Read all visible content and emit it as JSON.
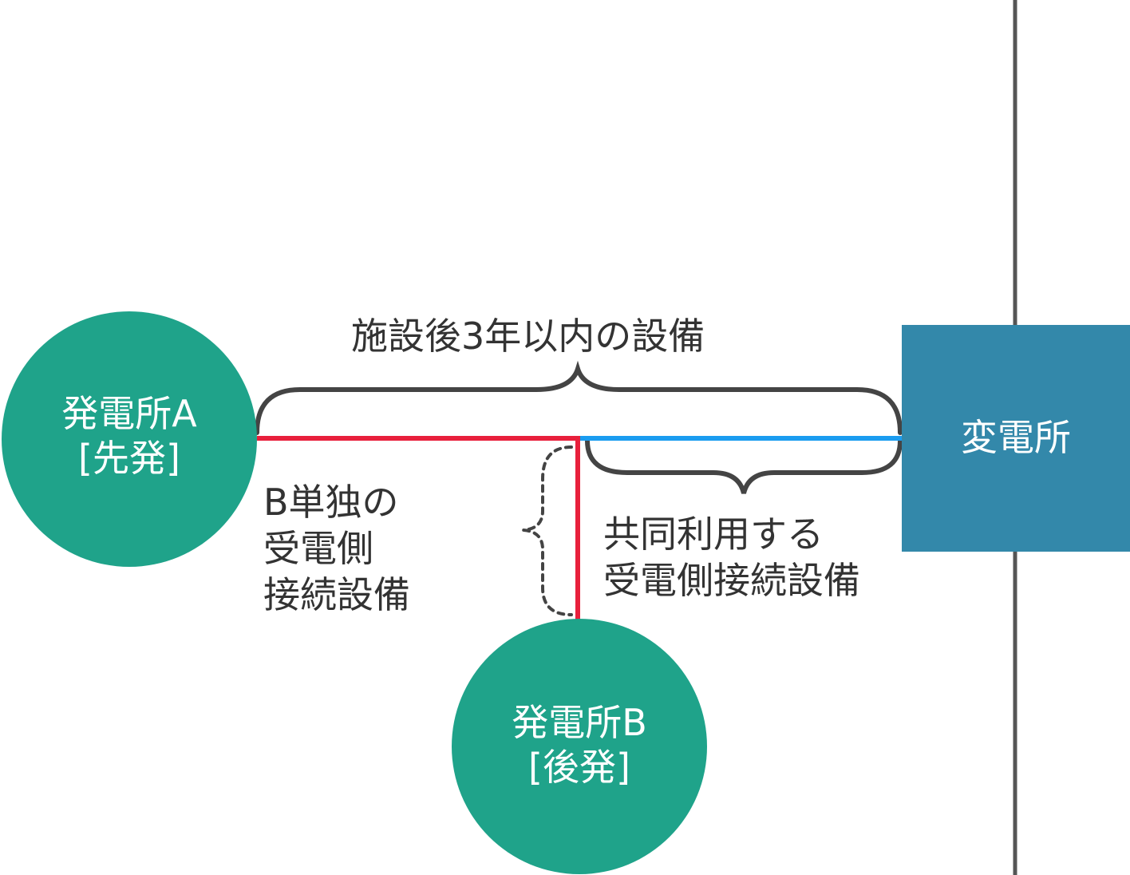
{
  "colors": {
    "station": "#1fa38a",
    "substation": "#3388aa",
    "red_line": "#e8203c",
    "blue_line": "#1a9cf0",
    "bracket": "#444444",
    "grid_line": "#555555"
  },
  "nodes": {
    "station_a": {
      "name": "発電所A",
      "note": "[先発]"
    },
    "station_b": {
      "name": "発電所B",
      "note": "[後発]"
    },
    "substation": {
      "name": "変電所"
    }
  },
  "labels": {
    "top_brace": "施設後3年以内の設備",
    "b_only": [
      "B単独の",
      "受電側",
      "接続設備"
    ],
    "shared": [
      "共同利用する",
      "受電側接続設備"
    ]
  }
}
